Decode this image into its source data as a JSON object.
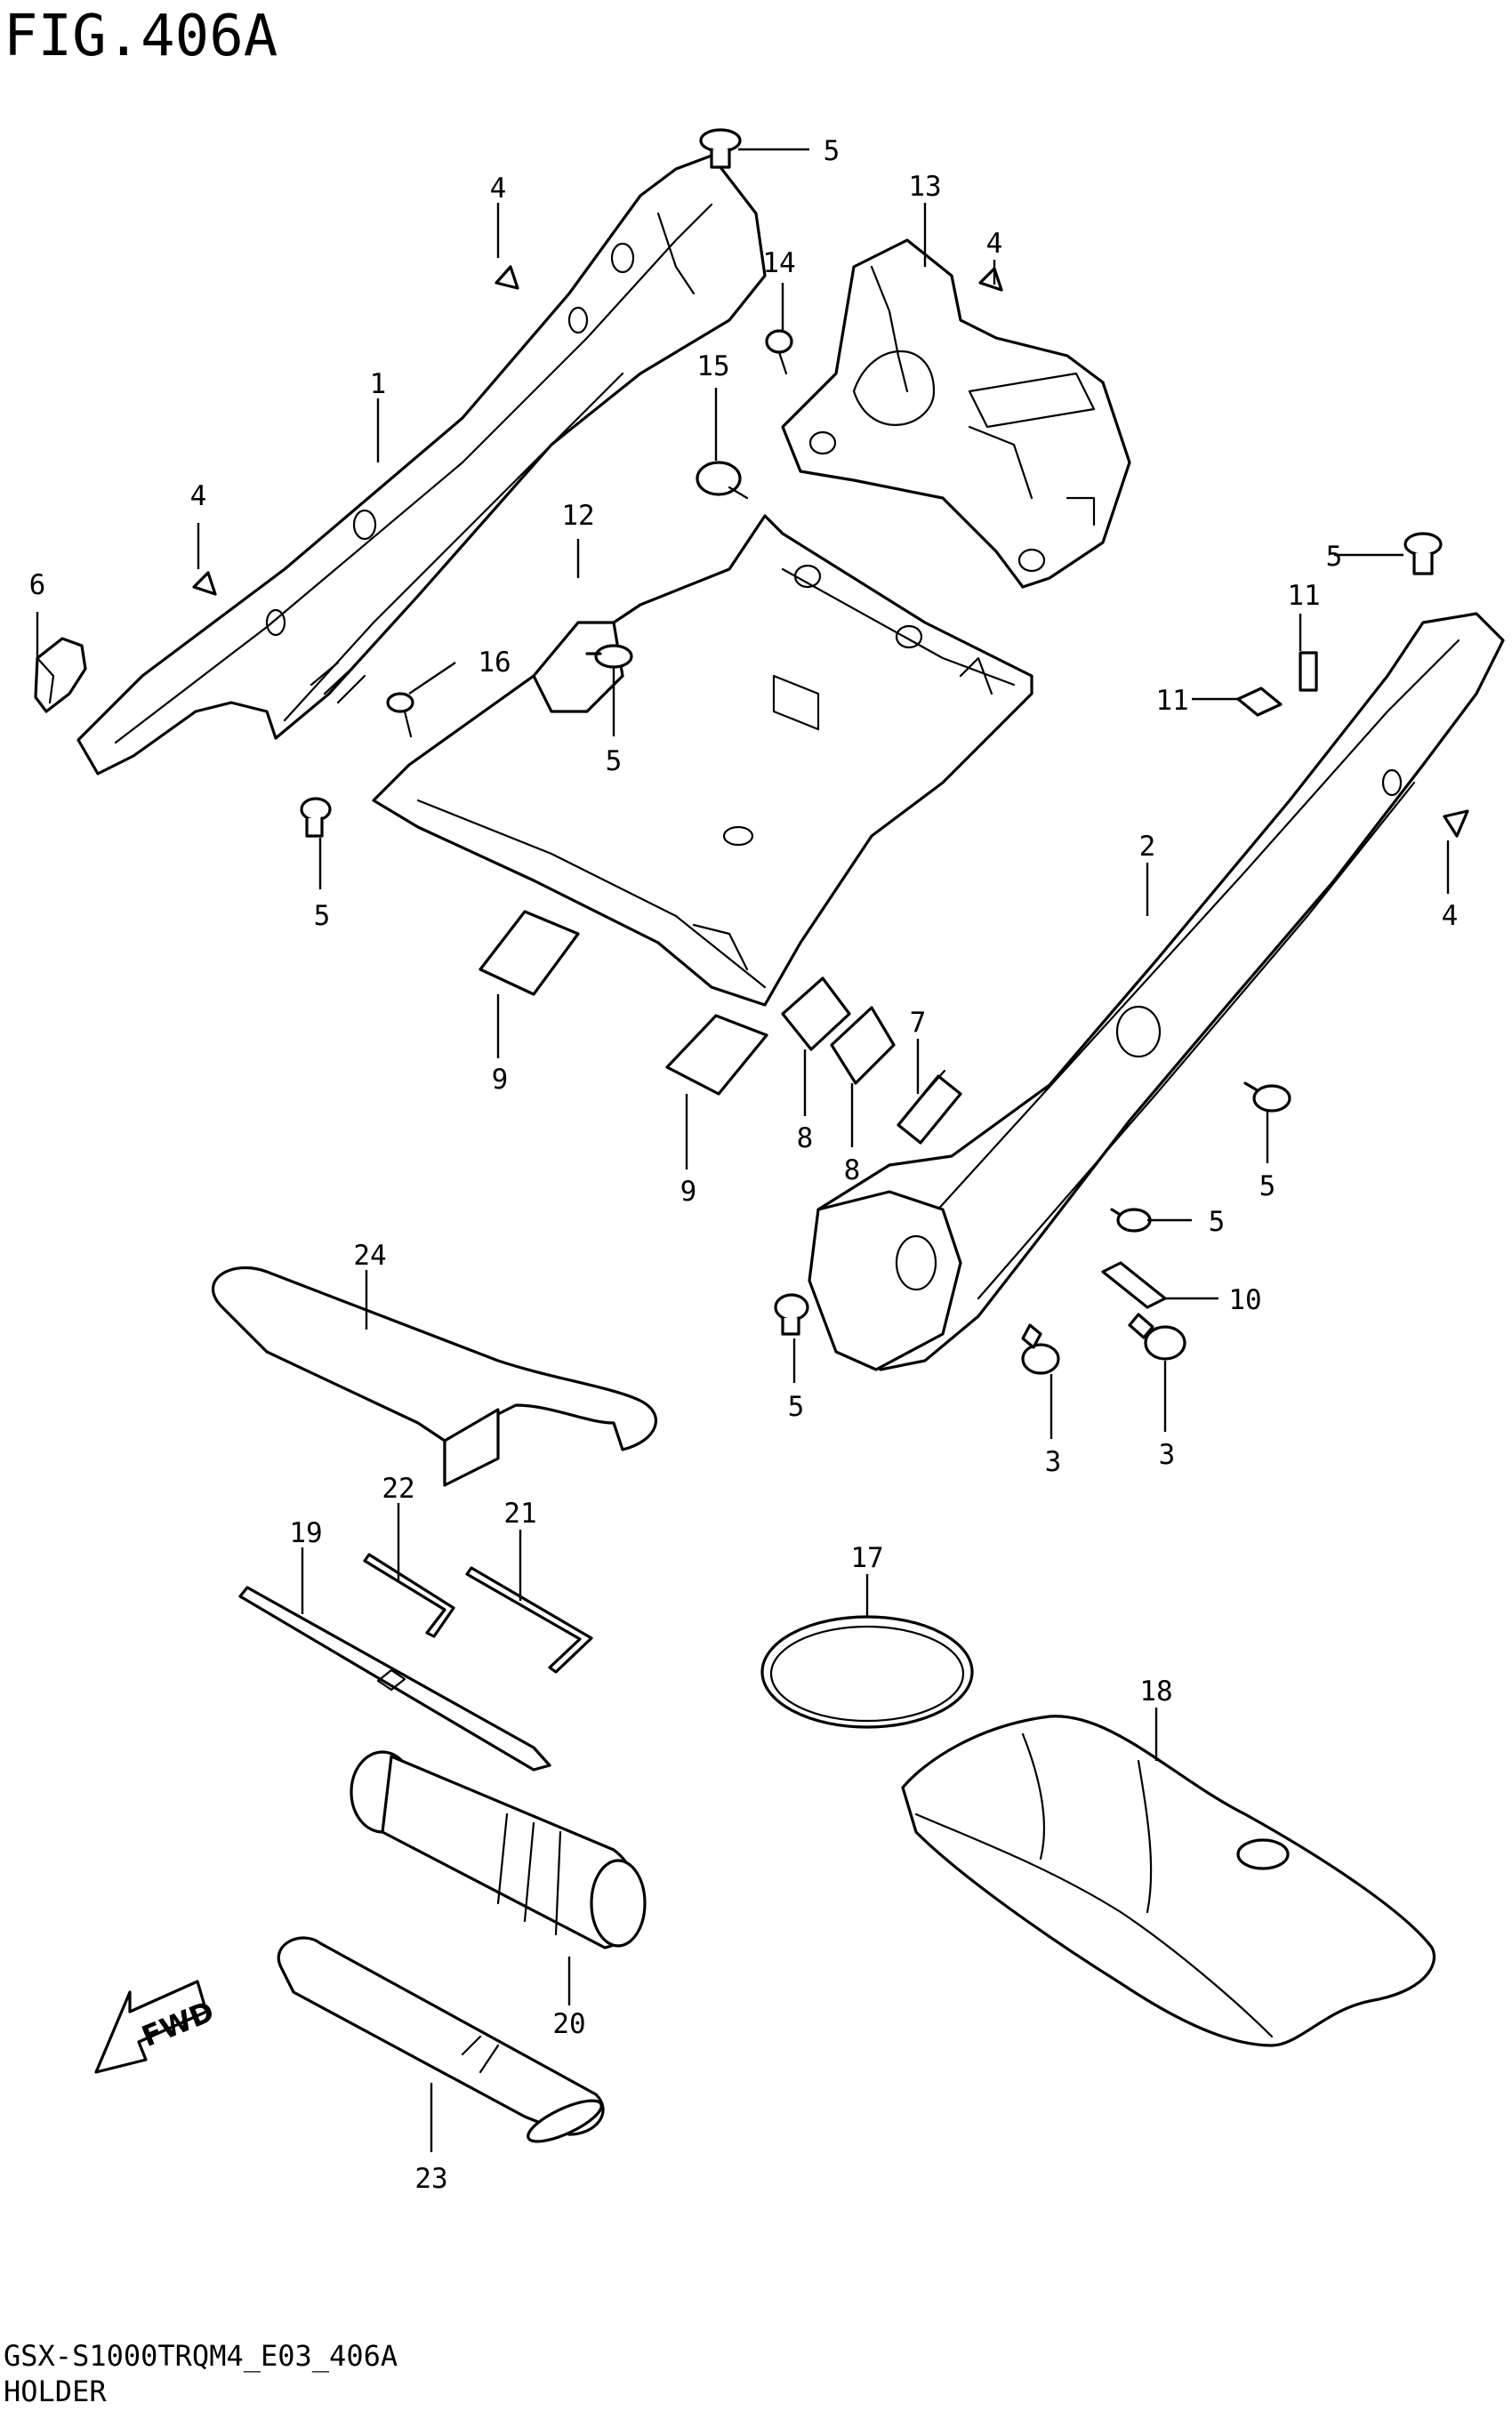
{
  "figure": {
    "title": "FIG.406A",
    "code": "GSX-S1000TRQM4_E03_406A",
    "name": "HOLDER",
    "direction_label": "FWD"
  },
  "callouts": [
    "1",
    "2",
    "3",
    "4",
    "5",
    "6",
    "7",
    "8",
    "9",
    "10",
    "11",
    "12",
    "13",
    "14",
    "15",
    "16",
    "17",
    "18",
    "19",
    "20",
    "21",
    "22",
    "23",
    "24"
  ]
}
